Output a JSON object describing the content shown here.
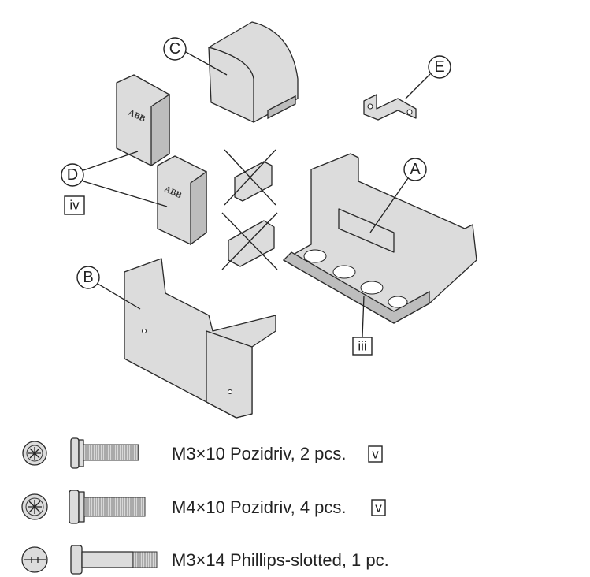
{
  "callouts": {
    "a": "A",
    "b": "B",
    "c": "C",
    "d": "D",
    "e": "E"
  },
  "refs": {
    "iv": "iv",
    "iii": "iii",
    "v1": "v",
    "v2": "v"
  },
  "logo_text": "ABB",
  "screws": [
    {
      "label": "M3×10 Pozidriv, 2 pcs.",
      "head": "pozidriv-head-icon"
    },
    {
      "label": "M4×10 Pozidriv, 4 pcs.",
      "head": "pozidriv-head-icon"
    },
    {
      "label": "M3×14 Phillips-slotted, 1 pc.",
      "head": "phillips-slotted-head-icon"
    }
  ],
  "colors": {
    "part_fill": "#dcdcdc",
    "stroke": "#2a2a2a"
  }
}
